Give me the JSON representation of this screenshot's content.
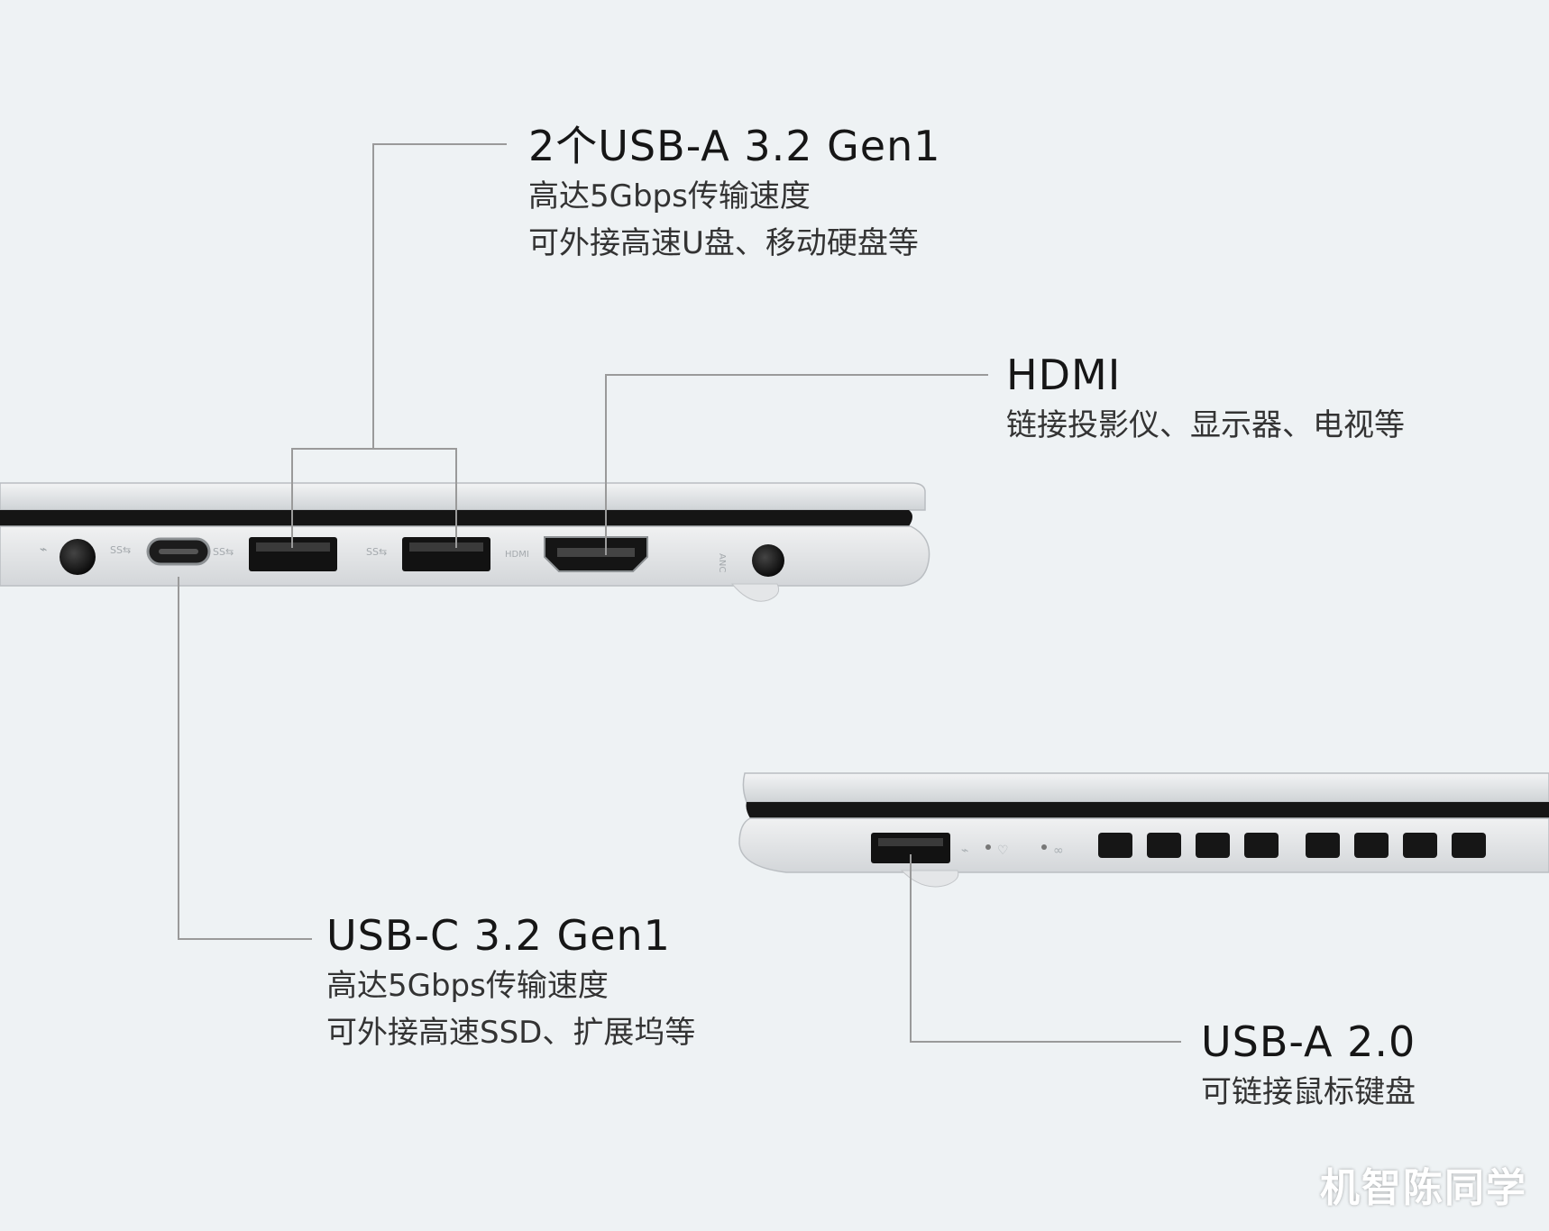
{
  "colors": {
    "background": "#eef2f4",
    "callout_line": "#9a9a9a",
    "laptop_body": "#d9dcdf",
    "laptop_dark": "#1a1a1a"
  },
  "callouts": {
    "usb_a_32": {
      "title": "2个USB-A 3.2 Gen1",
      "line1": "高达5Gbps传输速度",
      "line2": "可外接高速U盘、移动硬盘等"
    },
    "hdmi": {
      "title": "HDMI",
      "line1": "链接投影仪、显示器、电视等"
    },
    "usb_c_32": {
      "title": "USB-C 3.2 Gen1",
      "line1": "高达5Gbps传输速度",
      "line2": "可外接高速SSD、扩展坞等"
    },
    "usb_a_20": {
      "title": "USB-A 2.0",
      "line1": "可链接鼠标键盘"
    }
  },
  "watermark": "机智陈同学"
}
